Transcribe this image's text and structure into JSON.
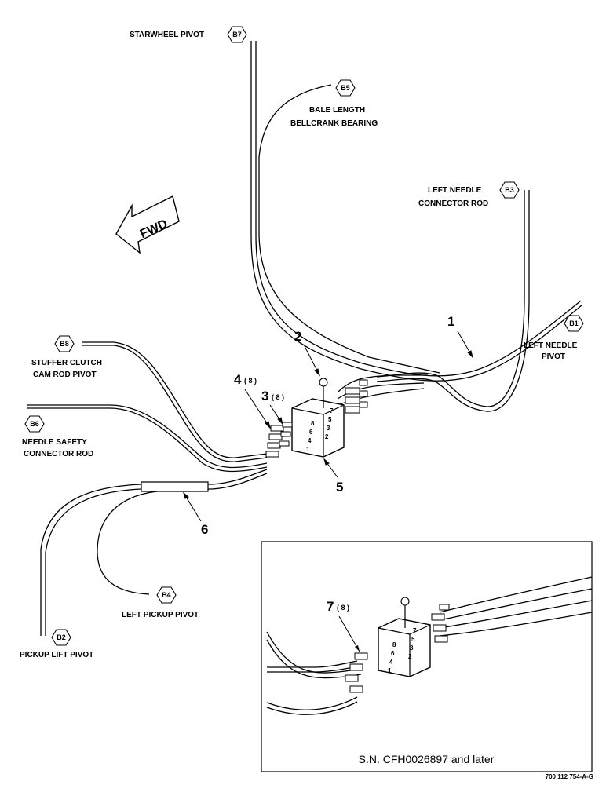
{
  "locations": {
    "b7": {
      "code": "B7",
      "label": "STARWHEEL PIVOT"
    },
    "b5": {
      "code": "B5",
      "label_line1": "BALE LENGTH",
      "label_line2": "BELLCRANK BEARING"
    },
    "b3": {
      "code": "B3",
      "label_line1": "LEFT NEEDLE",
      "label_line2": "CONNECTOR ROD"
    },
    "b1": {
      "code": "B1",
      "label_line1": "LEFT NEEDLE",
      "label_line2": "PIVOT"
    },
    "b8": {
      "code": "B8",
      "label_line1": "STUFFER CLUTCH",
      "label_line2": "CAM ROD PIVOT"
    },
    "b6": {
      "code": "B6",
      "label_line1": "NEEDLE SAFETY",
      "label_line2": "CONNECTOR ROD"
    },
    "b4": {
      "code": "B4",
      "label": "LEFT PICKUP PIVOT"
    },
    "b2": {
      "code": "B2",
      "label": "PICKUP LIFT PIVOT"
    }
  },
  "callouts": {
    "c1": {
      "number": "1"
    },
    "c2": {
      "number": "2"
    },
    "c3": {
      "number": "3",
      "qty": "( 8 )"
    },
    "c4": {
      "number": "4",
      "qty": "( 8 )"
    },
    "c5": {
      "number": "5"
    },
    "c6": {
      "number": "6"
    },
    "c7": {
      "number": "7",
      "qty": "( 8 )"
    }
  },
  "block_numbers": {
    "n1": "1",
    "n2": "2",
    "n3": "3",
    "n4": "4",
    "n5": "5",
    "n6": "6",
    "n7": "7",
    "n8": "8"
  },
  "forward_arrow": {
    "label": "FWD"
  },
  "inset": {
    "caption": "S.N. CFH0026897 and later"
  },
  "figure_ref": "700 112 754-A-G"
}
